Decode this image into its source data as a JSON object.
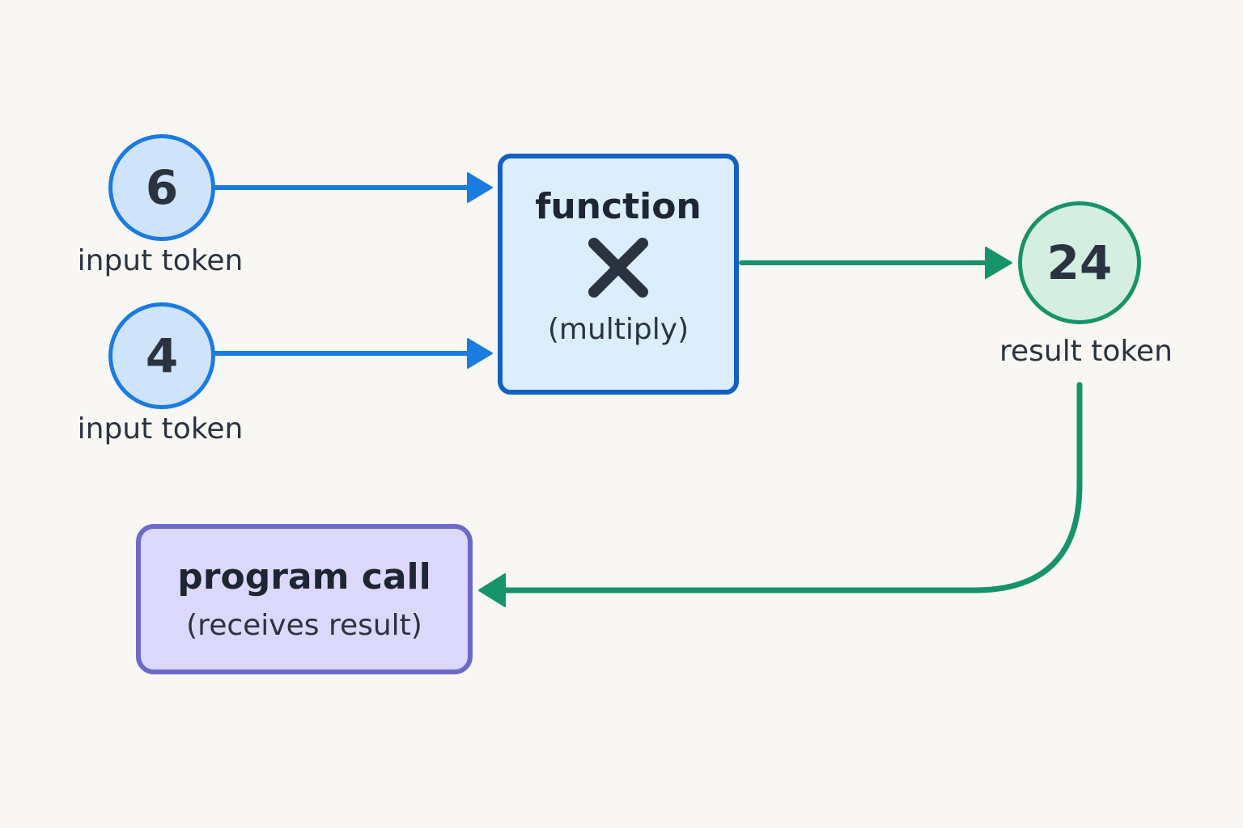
{
  "inputs": [
    {
      "value": "6",
      "label": "input token"
    },
    {
      "value": "4",
      "label": "input token"
    }
  ],
  "function_box": {
    "title": "function",
    "operator_icon": "multiply-icon",
    "subtitle": "(multiply)"
  },
  "result": {
    "value": "24",
    "label": "result token"
  },
  "program_box": {
    "title": "program call",
    "subtitle": "(receives result)"
  },
  "colors": {
    "input_stroke": "#1a7be0",
    "input_fill": "#cfe3fb",
    "function_stroke": "#1261c2",
    "function_fill": "#dceefd",
    "result_stroke": "#16936a",
    "result_fill": "#d4efe2",
    "program_stroke": "#6c69cc",
    "program_fill": "#dcd8fb",
    "background": "#f8f7f4"
  }
}
